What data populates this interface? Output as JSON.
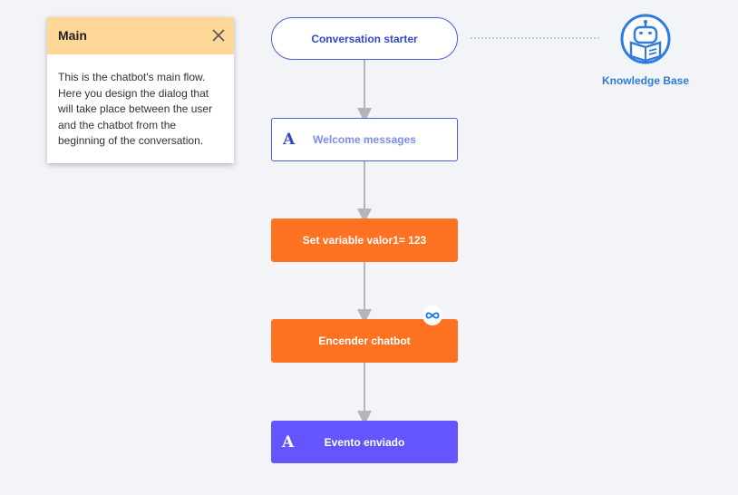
{
  "info_panel": {
    "title": "Main",
    "body": "This is the chatbot's main flow. Here you design the dialog that will take place between the user and the chatbot from the beginning of the conversation.",
    "close_icon": "close-icon"
  },
  "flow": {
    "starter": {
      "label": "Conversation starter"
    },
    "welcome": {
      "label": "Welcome messages",
      "icon": "A"
    },
    "set_variable": {
      "label": "Set variable valor1= 123"
    },
    "encender": {
      "label": "Encender chatbot",
      "badge_icon": "meta-icon"
    },
    "evento": {
      "label": "Evento enviado",
      "icon": "A"
    }
  },
  "knowledge_base": {
    "label": "Knowledge Base",
    "icon": "robot-reading-book-icon"
  },
  "colors": {
    "background": "#f3f4f7",
    "panel_header": "#ffd796",
    "primary_blue": "#3048c8",
    "orange": "#ff7222",
    "purple": "#6455ff",
    "kb_blue": "#2f7be0",
    "connector": "#b5b5b5"
  }
}
